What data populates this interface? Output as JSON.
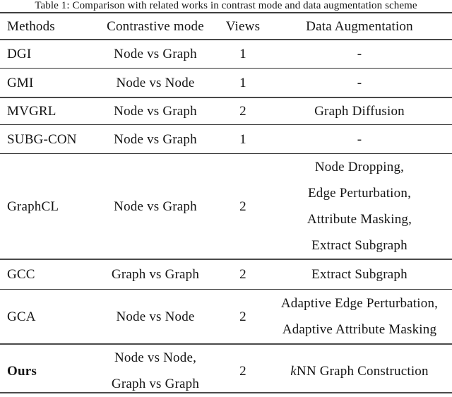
{
  "caption": "Table 1: Comparison with related works in contrast mode and data augmentation scheme",
  "columns": {
    "methods": "Methods",
    "mode": "Contrastive mode",
    "views": "Views",
    "aug": "Data Augmentation"
  },
  "rows": [
    {
      "method": "DGI",
      "mode": "Node vs Graph",
      "views": "1",
      "aug": "-"
    },
    {
      "method": "GMI",
      "mode": "Node vs Node",
      "views": "1",
      "aug": "-"
    },
    {
      "method": "MVGRL",
      "mode": "Node vs Graph",
      "views": "2",
      "aug": "Graph Diffusion"
    },
    {
      "method": "SUBG-CON",
      "mode": "Node vs Graph",
      "views": "1",
      "aug": "-"
    },
    {
      "method": "GraphCL",
      "mode": "Node vs Graph",
      "views": "2",
      "aug": [
        "Node Dropping,",
        "Edge Perturbation,",
        "Attribute Masking,",
        "Extract Subgraph"
      ]
    },
    {
      "method": "GCC",
      "mode": "Graph vs Graph",
      "views": "2",
      "aug": "Extract Subgraph"
    },
    {
      "method": "GCA",
      "mode": "Node vs Node",
      "views": "2",
      "aug": [
        "Adaptive Edge Perturbation,",
        "Adaptive Attribute Masking"
      ]
    },
    {
      "method": "Ours",
      "mode": [
        "Node vs Node,",
        "Graph vs Graph"
      ],
      "views": "2",
      "aug_italic": "k",
      "aug_rest": "NN Graph Construction"
    }
  ]
}
